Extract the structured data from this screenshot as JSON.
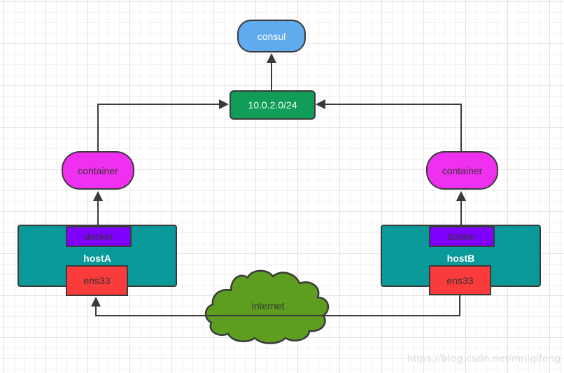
{
  "canvas": {
    "watermark": "https://blog.csdn.net/mrliqifeng"
  },
  "colors": {
    "stroke": "#3a3a3a",
    "grid_minor": "#f0f0f0",
    "grid_major": "#e1e1e1",
    "watermark_text": "#dedede"
  },
  "nodes": {
    "consul": {
      "label": "consul",
      "fill": "#60aaee",
      "text_color": "#ffffff"
    },
    "subnet": {
      "label": "10.0.2.0/24",
      "fill": "#0f9d58",
      "text_color": "#ffffff"
    },
    "container_left": {
      "label": "container",
      "fill": "#f030f0",
      "text_color": "#333333"
    },
    "container_right": {
      "label": "container",
      "fill": "#f030f0",
      "text_color": "#333333"
    },
    "host_a": {
      "label": "hostA",
      "fill": "#0a9999",
      "text_color": "#ffffff"
    },
    "host_b": {
      "label": "hostB",
      "fill": "#0a9999",
      "text_color": "#ffffff"
    },
    "docker_a": {
      "label": "docker",
      "fill": "#8000ff",
      "text_color": "#333333"
    },
    "docker_b": {
      "label": "docker",
      "fill": "#8000ff",
      "text_color": "#333333"
    },
    "ens33_a": {
      "label": "ens33",
      "fill": "#f93b3b",
      "text_color": "#333333"
    },
    "ens33_b": {
      "label": "ens33",
      "fill": "#f93b3b",
      "text_color": "#333333"
    },
    "internet": {
      "label": "internet",
      "fill": "#5d9e20",
      "text_color": "#333333"
    }
  }
}
